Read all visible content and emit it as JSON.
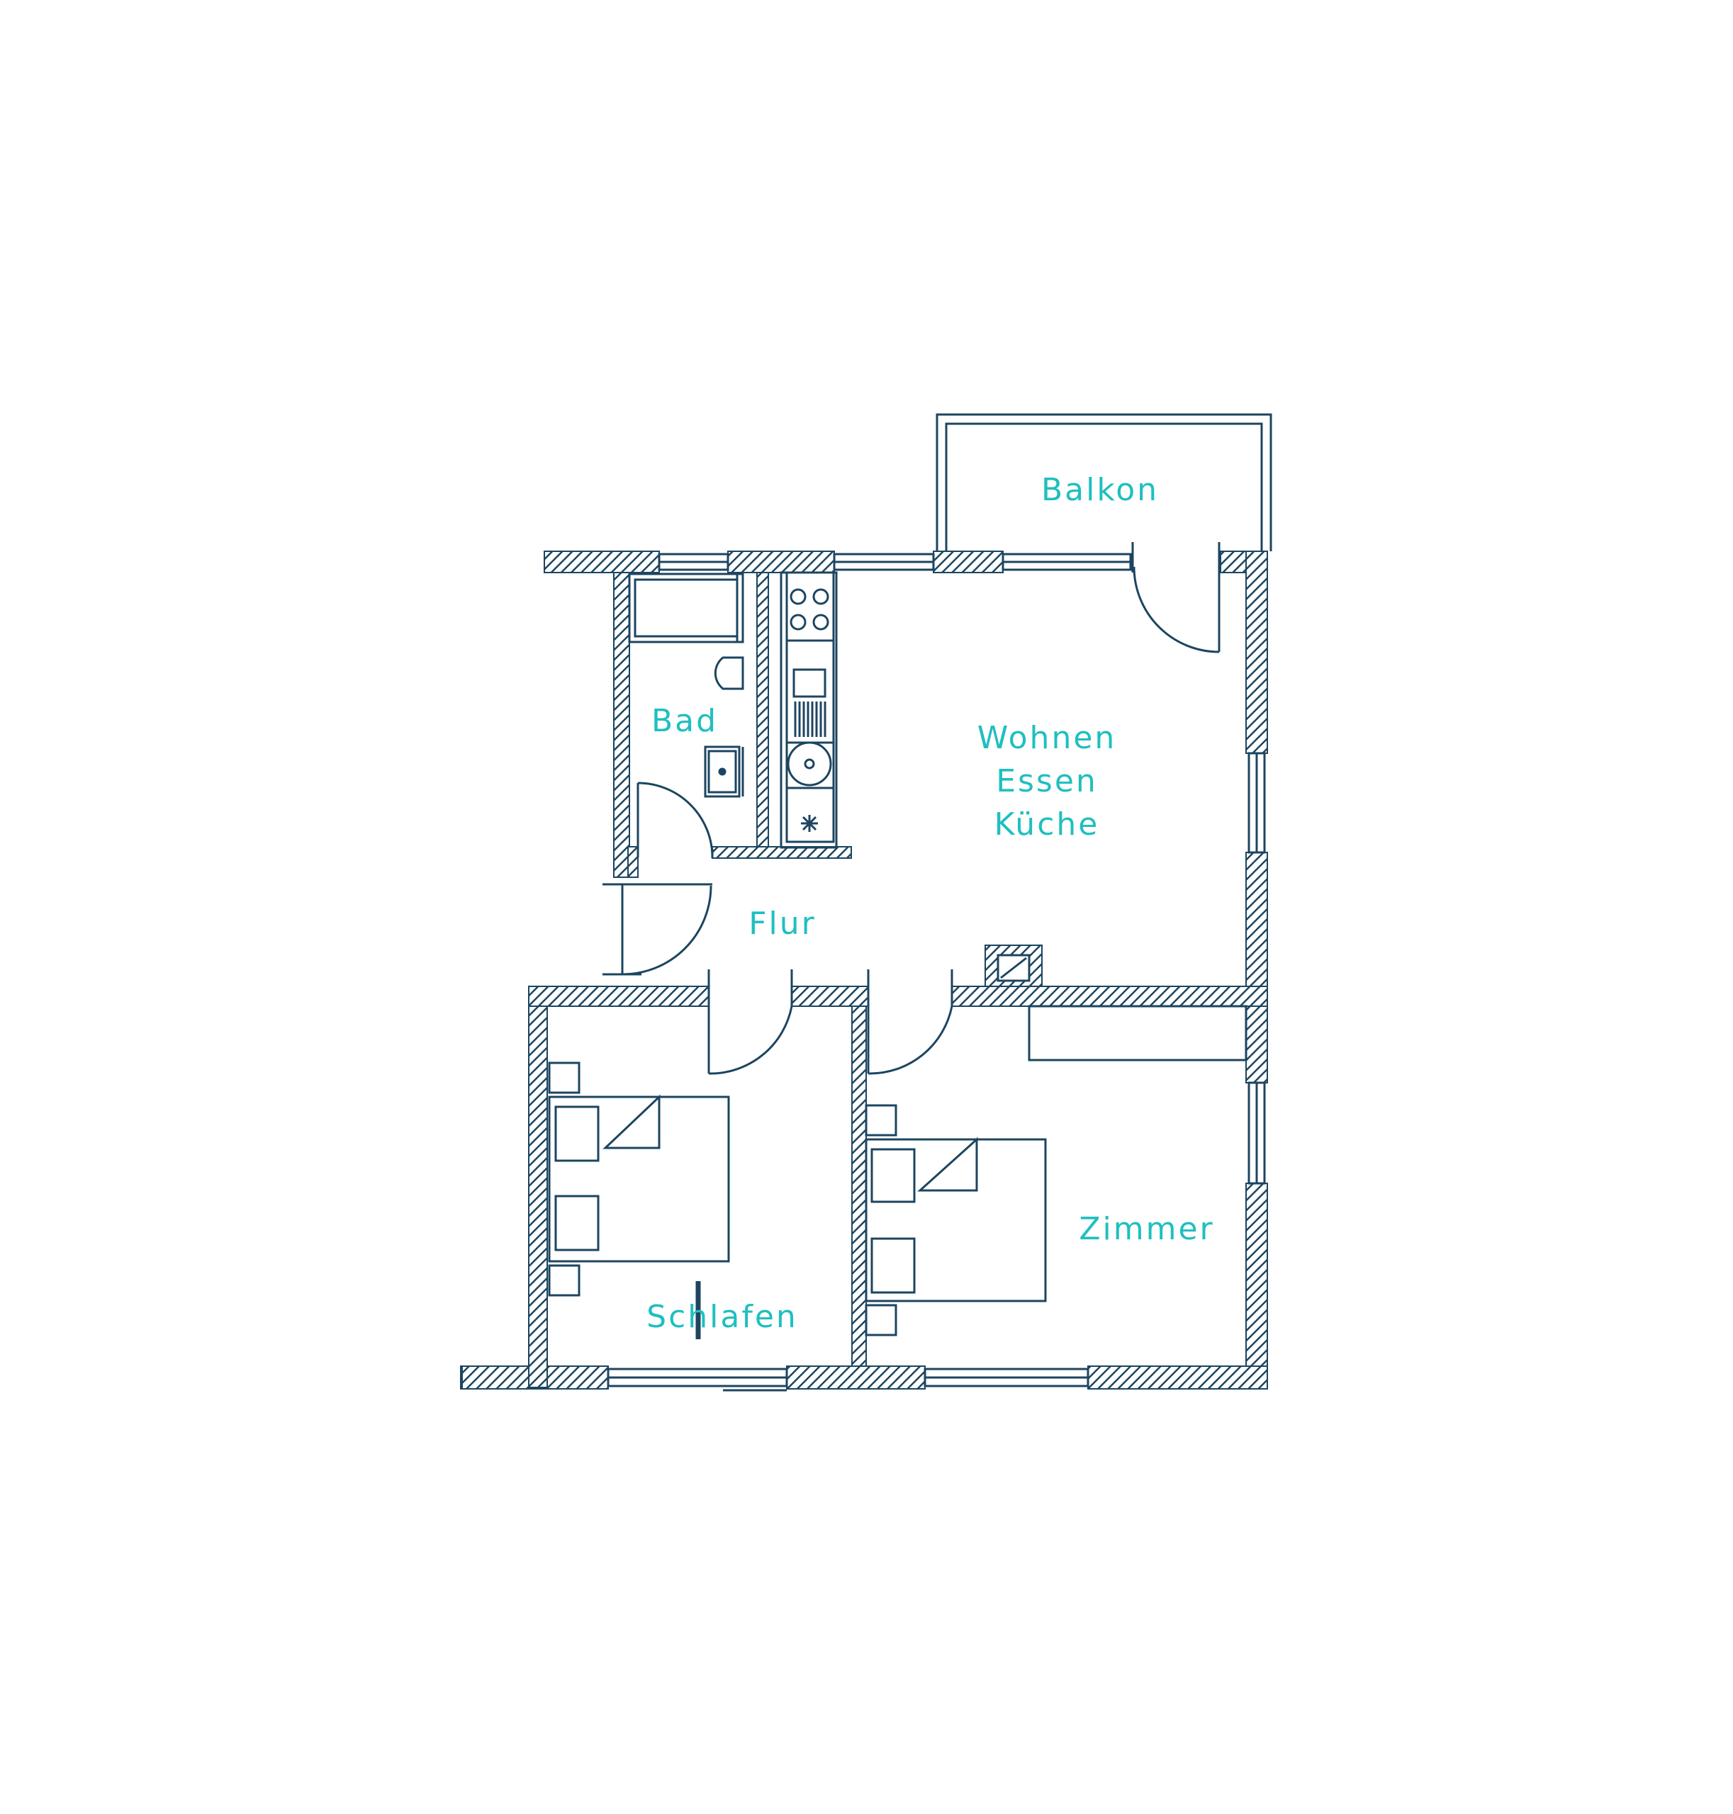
{
  "colors": {
    "wall": "#1c4560",
    "label": "#1fbfc0",
    "background": "#ffffff"
  },
  "rooms": {
    "balkon": "Balkon",
    "bad": "Bad",
    "wohnen": [
      "Wohnen",
      "Essen",
      "Küche"
    ],
    "flur": "Flur",
    "schlafen": "Schlafen",
    "zimmer": "Zimmer"
  }
}
